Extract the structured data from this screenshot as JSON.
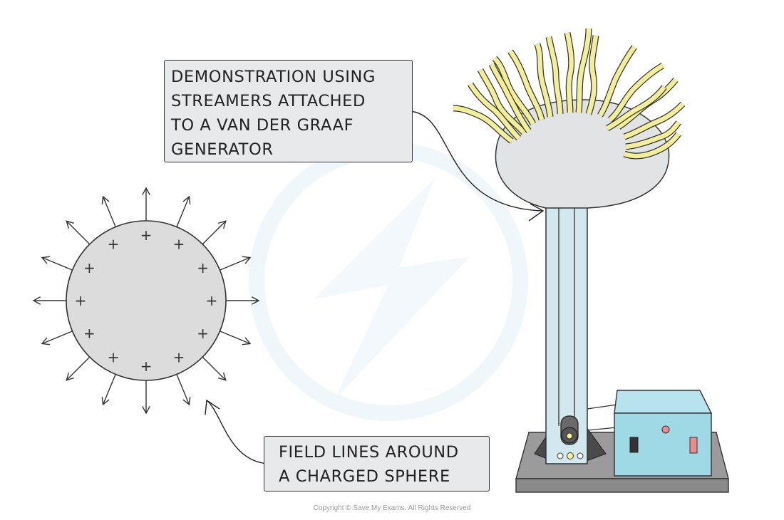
{
  "labels": {
    "vdg": {
      "lines": [
        "DEMONSTRATION USING",
        "STREAMERS ATTACHED",
        "TO A VAN DER GRAAF",
        "GENERATOR"
      ]
    },
    "field": {
      "lines": [
        "FIELD LINES AROUND",
        "A CHARGED SPHERE"
      ]
    }
  },
  "sphere": {
    "charge_symbol": "+",
    "charge_count": 12,
    "field_line_count": 16
  },
  "copyright": "Copyright © Save My Exams. All Rights Reserved",
  "colors": {
    "sphere_fill": "#dcdcdc",
    "streamer": "#f3ef96",
    "dome": "#e2e3e4",
    "column": "#d2e8ef",
    "base": "#9b9b9b",
    "control_box": "#9fd9e6",
    "switch_red": "#f08a8a",
    "switch_dark": "#333333",
    "roller_yellow": "#f6f29a",
    "label_bg": "#e8e9ea",
    "watermark": "#e4f1f7"
  }
}
